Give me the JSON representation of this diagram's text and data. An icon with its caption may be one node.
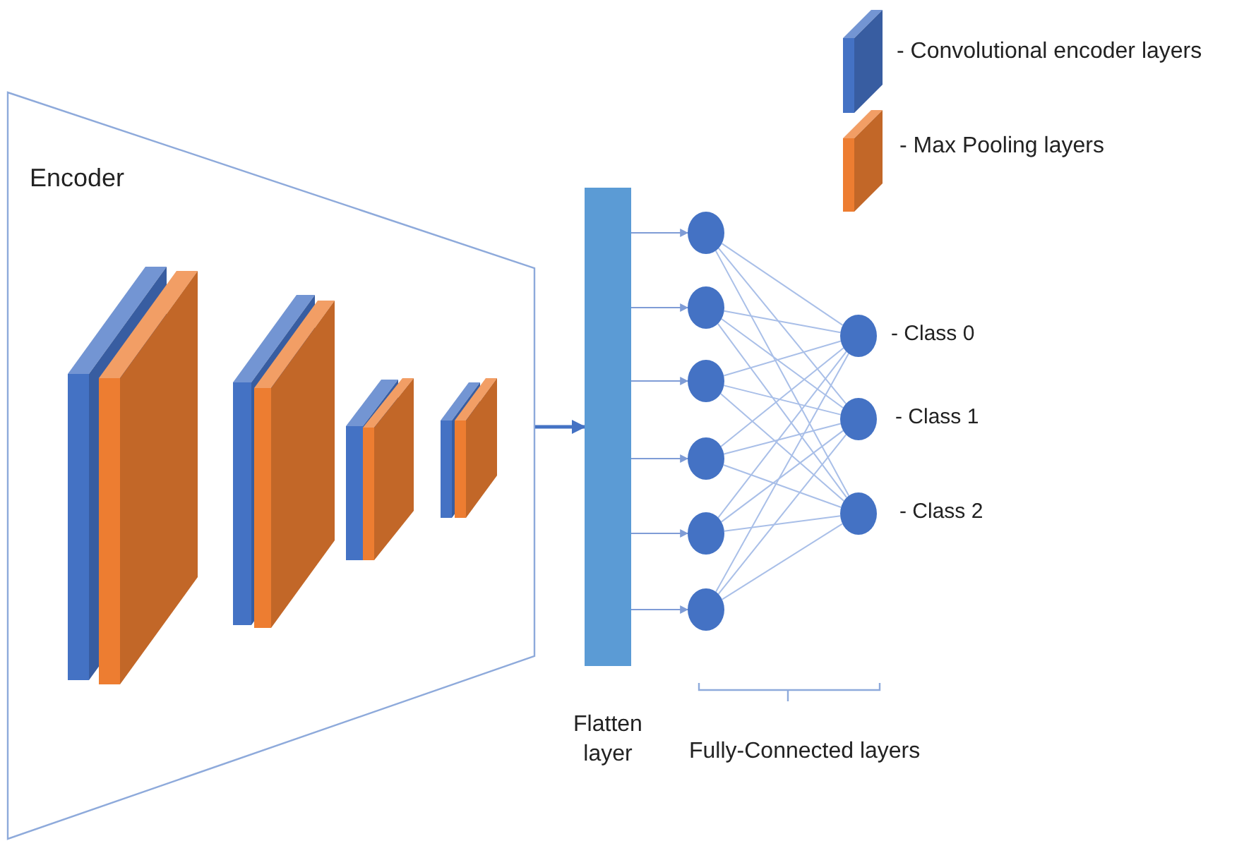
{
  "diagram": {
    "nodes": [
      {
        "text": [
          "Encoder"
        ]
      },
      {
        "text": [],
        "shape": "box",
        "in": 0
      },
      {
        "text": [],
        "shape": "box",
        "in": 0
      },
      {
        "text": [],
        "shape": "box",
        "in": 0
      },
      {
        "text": [],
        "shape": "box",
        "in": 0
      },
      {
        "text": [],
        "shape": "box",
        "in": 0
      },
      {
        "text": [],
        "shape": "box",
        "in": 0
      },
      {
        "text": [],
        "shape": "box",
        "in": 0
      },
      {
        "text": [],
        "shape": "box",
        "in": 0
      },
      {
        "text": [
          "Flatten layer"
        ]
      },
      {
        "text": [],
        "shape": "circle"
      },
      {
        "text": [],
        "shape": "circle"
      },
      {
        "text": [],
        "shape": "circle"
      },
      {
        "text": [],
        "shape": "circle"
      },
      {
        "text": [],
        "shape": "circle"
      },
      {
        "text": [],
        "shape": "circle"
      },
      {
        "text": [],
        "shape": "circle",
        "beside": [
          "- Class 0"
        ]
      },
      {
        "text": [],
        "shape": "circle",
        "beside": [
          "- Class 1"
        ]
      },
      {
        "text": [],
        "shape": "circle",
        "beside": [
          "- Class 2"
        ]
      }
    ],
    "edges": [
      {
        "from": 0,
        "to": 9,
        "arrow": "to",
        "style": "thick",
        "color": "#4472c4"
      },
      {
        "from": 9,
        "to": 10,
        "arrow": "to",
        "color": "#7f9cd6"
      },
      {
        "from": 9,
        "to": 11,
        "arrow": "to",
        "color": "#7f9cd6"
      },
      {
        "from": 9,
        "to": 12,
        "arrow": "to",
        "color": "#7f9cd6"
      },
      {
        "from": 9,
        "to": 13,
        "arrow": "to",
        "color": "#7f9cd6"
      },
      {
        "from": 9,
        "to": 14,
        "arrow": "to",
        "color": "#7f9cd6"
      },
      {
        "from": 9,
        "to": 15,
        "arrow": "to",
        "color": "#7f9cd6"
      },
      {
        "from": 10,
        "to": 16,
        "arrow": "none"
      },
      {
        "from": 10,
        "to": 17,
        "arrow": "none"
      },
      {
        "from": 10,
        "to": 18,
        "arrow": "none"
      },
      {
        "from": 11,
        "to": 16,
        "arrow": "none"
      },
      {
        "from": 11,
        "to": 17,
        "arrow": "none"
      },
      {
        "from": 11,
        "to": 18,
        "arrow": "none"
      },
      {
        "from": 12,
        "to": 16,
        "arrow": "none"
      },
      {
        "from": 12,
        "to": 17,
        "arrow": "none"
      },
      {
        "from": 12,
        "to": 18,
        "arrow": "none"
      },
      {
        "from": 13,
        "to": 16,
        "arrow": "none"
      },
      {
        "from": 13,
        "to": 17,
        "arrow": "none"
      },
      {
        "from": 13,
        "to": 18,
        "arrow": "none"
      },
      {
        "from": 14,
        "to": 16,
        "arrow": "none"
      },
      {
        "from": 14,
        "to": 17,
        "arrow": "none"
      },
      {
        "from": 14,
        "to": 18,
        "arrow": "none"
      },
      {
        "from": 15,
        "to": 16,
        "arrow": "none"
      },
      {
        "from": 15,
        "to": 17,
        "arrow": "none"
      },
      {
        "from": 15,
        "to": 18,
        "arrow": "none"
      }
    ],
    "labels": [
      "Fully-Connected layers"
    ],
    "legend": [
      {
        "text": "- Convolutional encoder layers",
        "color": "#4472c4"
      },
      {
        "text": "- Max Pooling layers",
        "color": "#ed7d31"
      }
    ]
  }
}
